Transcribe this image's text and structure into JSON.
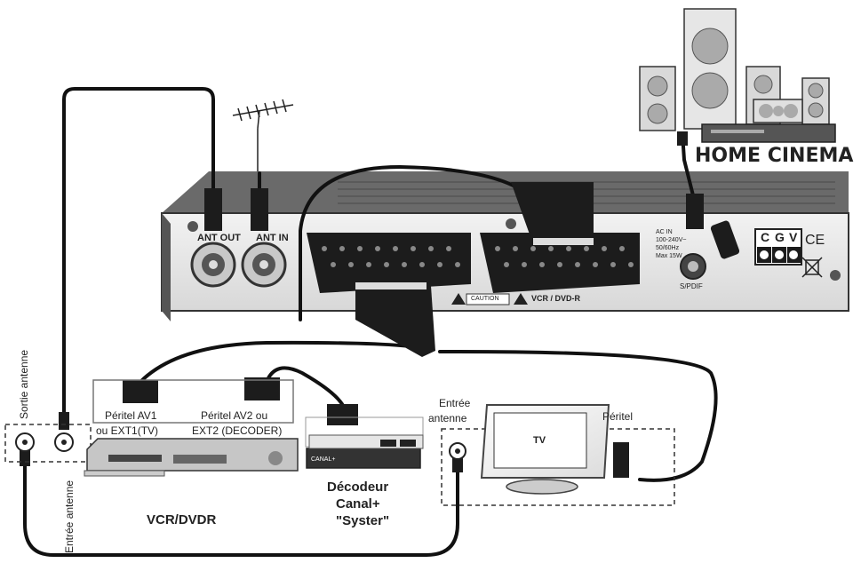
{
  "receiver": {
    "ant_out": "ANT OUT",
    "ant_in": "ANT IN",
    "caution": "CAUTION",
    "vcr_dvdr": "VCR / DVD-R",
    "ac_in": [
      "AC IN",
      "100-240V~",
      "50/60Hz",
      "Max 15W"
    ],
    "spdif": "S/PDIF",
    "cert": [
      "C",
      "G",
      "V"
    ],
    "ce": "CE"
  },
  "home_cinema": {
    "title": "HOME CINEMA"
  },
  "vcr": {
    "peritel_av1": [
      "Péritel AV1",
      "ou EXT1(TV)"
    ],
    "peritel_av2": [
      "Péritel AV2 ou",
      "EXT2 (DECODER)"
    ],
    "sortie_antenne": "Sortie antenne",
    "entree_antenne": "Entrée antenne",
    "title": "VCR/DVDR"
  },
  "decoder": {
    "brand": "CANAL+",
    "title": [
      "Décodeur",
      "Canal+",
      "\"Syster\""
    ]
  },
  "tv": {
    "screen_label": "TV",
    "entree_antenne": [
      "Entrée",
      "antenne"
    ],
    "peritel": "Péritel"
  },
  "colors": {
    "cable": "#111111",
    "body": "#333333",
    "panel": "#e6e6e6",
    "dashed": "#333333"
  }
}
